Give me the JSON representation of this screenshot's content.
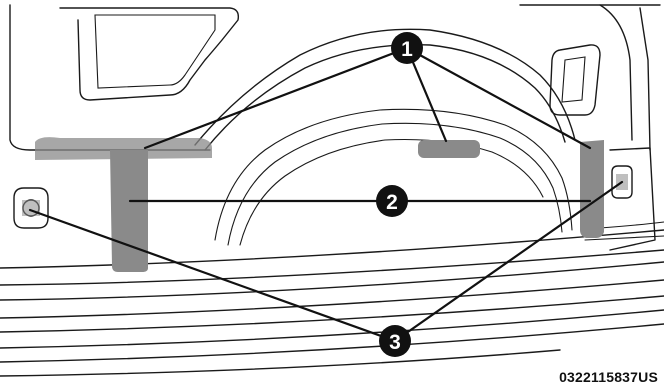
{
  "figure": {
    "code": "0322115837US",
    "callouts": [
      {
        "number": "1",
        "meaning": ""
      },
      {
        "number": "2",
        "meaning": ""
      },
      {
        "number": "3",
        "meaning": ""
      }
    ]
  },
  "colors": {
    "line": "#1a1a1a",
    "shade": "#8a8a8a",
    "callout_fill": "#111111",
    "callout_text": "#ffffff"
  }
}
